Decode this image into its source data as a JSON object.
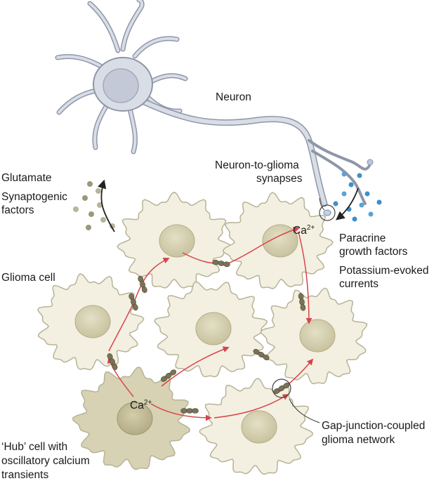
{
  "labels": {
    "neuron": "Neuron",
    "glutamate": "Glutamate",
    "synaptogenic_line1": "Synaptogenic",
    "synaptogenic_line2": "factors",
    "neuron_to_glioma_line1": "Neuron-to-glioma",
    "neuron_to_glioma_line2": "synapses",
    "paracrine_line1": "Paracrine",
    "paracrine_line2": "growth factors",
    "potassium_line1": "Potassium-evoked",
    "potassium_line2": "currents",
    "glioma_cell": "Glioma cell",
    "calcium_top": "Ca",
    "calcium_top_sup": "2+",
    "calcium_hub": "Ca",
    "calcium_hub_sup": "2+",
    "gap_junction_line1": "Gap-junction-coupled",
    "gap_junction_line2": "glioma network",
    "hub_line1": "‘Hub’ cell with",
    "hub_line2": "oscillatory calcium",
    "hub_line3": "transients"
  },
  "colors": {
    "neuron_fill": "#d9dde6",
    "neuron_stroke": "#8e96a8",
    "neuron_nucleus": "#c3c9d6",
    "glioma_fill": "#f3f0e1",
    "glioma_stroke": "#b7b398",
    "glioma_nucleus": "#d6d1b1",
    "hub_fill": "#d7d2b4",
    "hub_nucleus": "#c4bd98",
    "calcium_arrow": "#d9434a",
    "gap_junction": "#7a7256",
    "glutamate_dot": "#9c9878",
    "paracrine_dot": "#3f8fc9"
  }
}
